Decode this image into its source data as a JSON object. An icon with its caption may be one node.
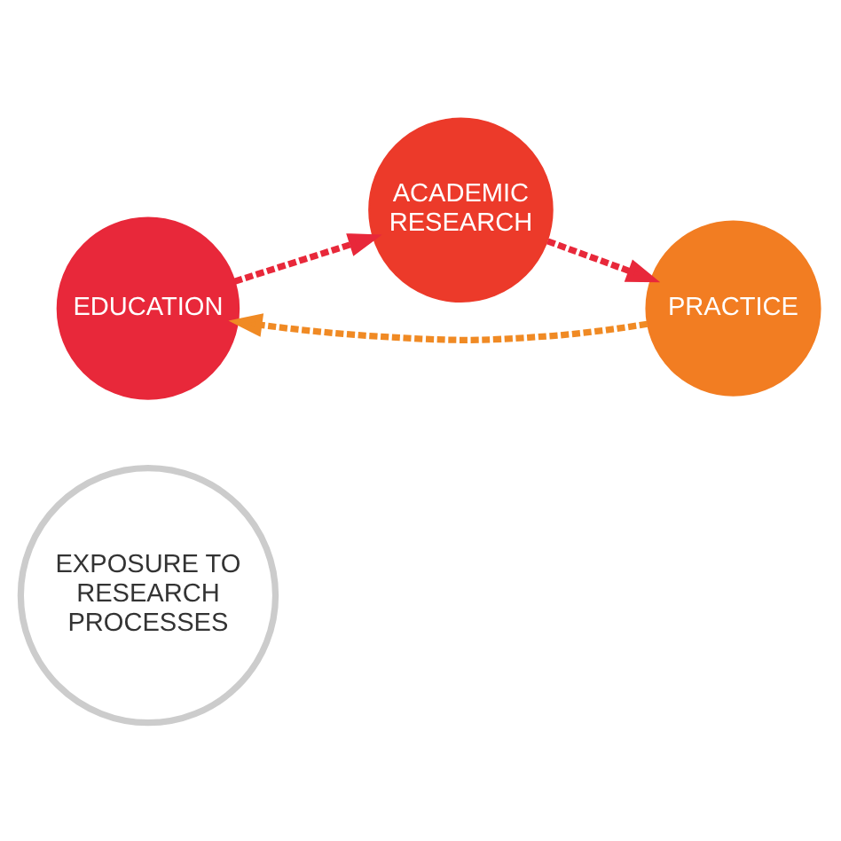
{
  "diagram": {
    "nodes": [
      {
        "text": [
          "EXPOSURE TO RESEARCH PROCESSES"
        ]
      },
      {
        "text": [
          "EDUCATION"
        ]
      },
      {
        "text": [
          "ACADEMIC RESEARCH"
        ]
      },
      {
        "text": [
          "PRACTICE"
        ]
      }
    ],
    "edges": [
      {
        "from": 1,
        "to": 2,
        "arrow": "to",
        "style": "dashed"
      },
      {
        "from": 2,
        "to": 3,
        "arrow": "to",
        "style": "dashed"
      },
      {
        "from": 3,
        "to": 1,
        "arrow": "to",
        "style": "dashed",
        "color": "#f08a24"
      }
    ]
  }
}
